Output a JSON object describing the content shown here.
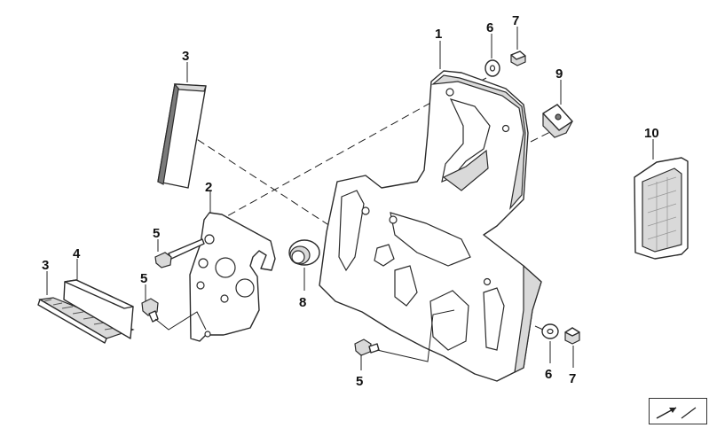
{
  "callouts": {
    "c1": "1",
    "c2": "2",
    "c3a": "3",
    "c3b": "3",
    "c4": "4",
    "c5a": "5",
    "c5b": "5",
    "c5c": "5",
    "c6a": "6",
    "c6b": "6",
    "c7a": "7",
    "c7b": "7",
    "c8": "8",
    "c9": "9",
    "c10": "10"
  },
  "icons": {
    "nav": "arrow-icon"
  },
  "colors": {
    "line": "#2b2b2b",
    "fill": "#ffffff",
    "shade": "#d9d9d9"
  }
}
